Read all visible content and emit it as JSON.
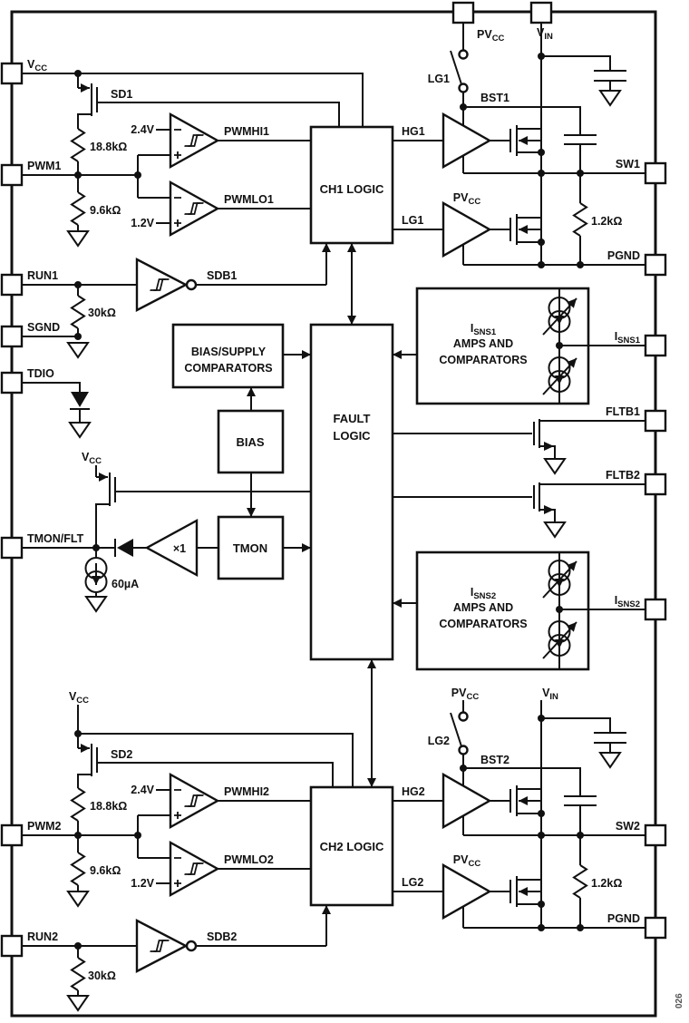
{
  "figure_number": "026",
  "ink_color": "#111111",
  "pins": {
    "vcc": {
      "main": "V",
      "sub": "CC"
    },
    "pwm1": "PWM1",
    "run1": "RUN1",
    "sgnd": "SGND",
    "tdio": "TDIO",
    "tmon_flt": "TMON/FLT",
    "pwm2": "PWM2",
    "run2": "RUN2",
    "pvcc": {
      "main": "PV",
      "sub": "CC"
    },
    "vin": {
      "main": "V",
      "sub": "IN"
    },
    "sw1": "SW1",
    "pgnd1": "PGND",
    "isns1": {
      "main": "I",
      "sub": "SNS1"
    },
    "fltb1": "FLTB1",
    "fltb2": "FLTB2",
    "isns2": {
      "main": "I",
      "sub": "SNS2"
    },
    "sw2": "SW2",
    "pgnd2": "PGND"
  },
  "blocks": {
    "ch1_logic": "CH1 LOGIC",
    "ch2_logic": "CH2 LOGIC",
    "fault_line1": "FAULT",
    "fault_line2": "LOGIC",
    "bias_supply_line1": "BIAS/SUPPLY",
    "bias_supply_line2": "COMPARATORS",
    "bias": "BIAS",
    "tmon": "TMON",
    "isns1_title": {
      "main": "I",
      "sub": "SNS1"
    },
    "isns2_title": {
      "main": "I",
      "sub": "SNS2"
    },
    "amps_line": "AMPS AND",
    "comparators_line": "COMPARATORS"
  },
  "ch1": {
    "sd": "SD1",
    "r_top": "18.8kΩ",
    "r_bot": "9.6kΩ",
    "vth_hi": "2.4V",
    "vth_lo": "1.2V",
    "pwmhi": "PWMHI1",
    "pwmlo": "PWMLO1",
    "r_run": "30kΩ",
    "sdb": "SDB1",
    "lg_switch": "LG1",
    "bst": "BST1",
    "hg": "HG1",
    "lg": "LG1",
    "drv_pvcc": {
      "main": "PV",
      "sub": "CC"
    },
    "r_sw": "1.2kΩ"
  },
  "ch2": {
    "vcc": {
      "main": "V",
      "sub": "CC"
    },
    "pvcc": {
      "main": "PV",
      "sub": "CC"
    },
    "vin": {
      "main": "V",
      "sub": "IN"
    },
    "sd": "SD2",
    "r_top": "18.8kΩ",
    "r_bot": "9.6kΩ",
    "vth_hi": "2.4V",
    "vth_lo": "1.2V",
    "pwmhi": "PWMHI2",
    "pwmlo": "PWMLO2",
    "r_run": "30kΩ",
    "sdb": "SDB2",
    "lg_switch": "LG2",
    "bst": "BST2",
    "hg": "HG2",
    "lg": "LG2",
    "drv_pvcc": {
      "main": "PV",
      "sub": "CC"
    },
    "r_sw": "1.2kΩ"
  },
  "center": {
    "vcc_follower": {
      "main": "V",
      "sub": "CC"
    },
    "buffer_gain": "×1",
    "current_source": "60µA"
  }
}
